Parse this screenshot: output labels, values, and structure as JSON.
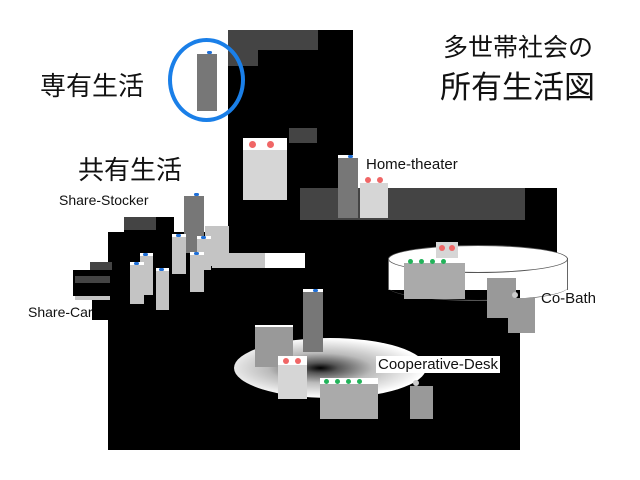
{
  "title": {
    "line1": "多世帯社会の",
    "line2": "所有生活図"
  },
  "sections": {
    "private": "専有生活",
    "shared": "共有生活"
  },
  "labels": {
    "share_stocker": "Share-Stocker",
    "share_car": "Share-Car",
    "home_theater": "Home-theater",
    "co_bath": "Co-Bath",
    "cooperative": "Cooperative-Desk"
  },
  "colors": {
    "highlight": "#1a7fe8",
    "red_dot": "#f06666",
    "green_dot": "#22b35a"
  }
}
